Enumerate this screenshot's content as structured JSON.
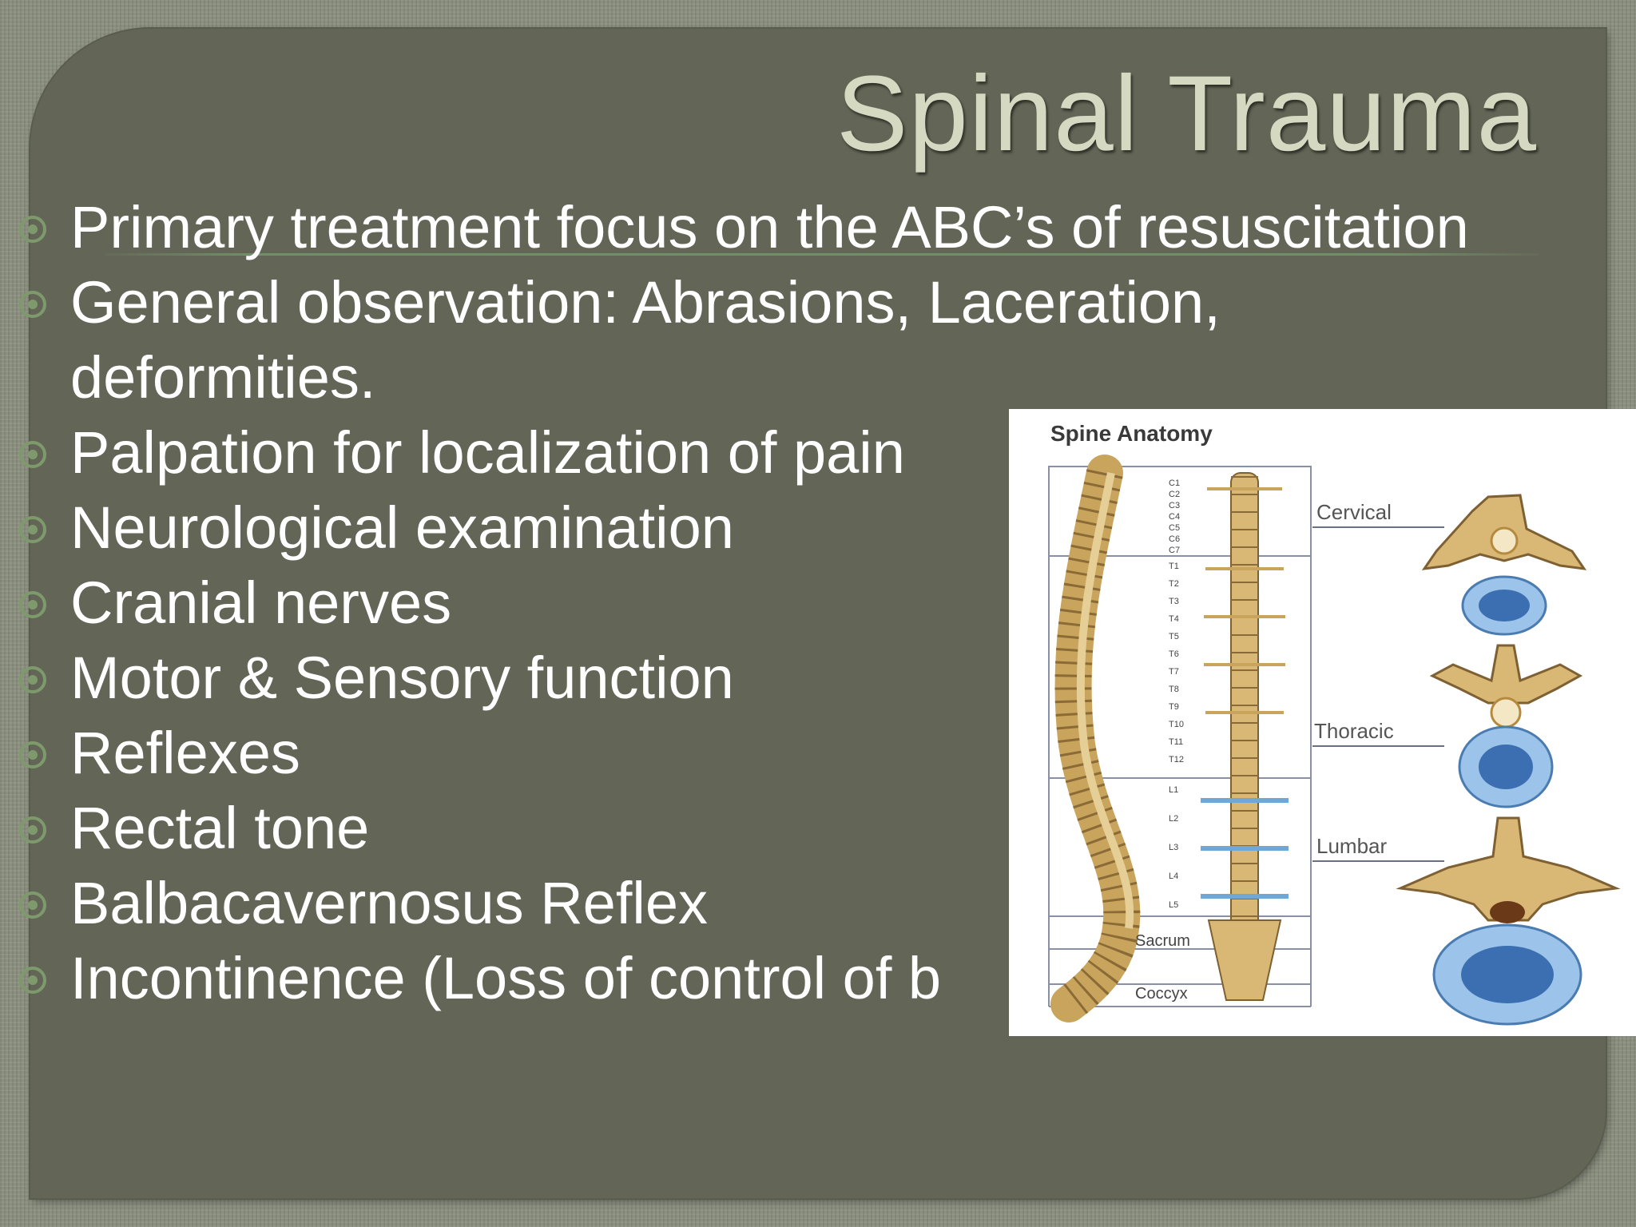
{
  "slide": {
    "title": "Spinal Trauma",
    "bullets": [
      "Primary treatment focus on the ABC’s of resuscitation",
      "General observation: Abrasions, Laceration,",
      "deformities.",
      "Palpation for localization of pain",
      "Neurological examination",
      "Cranial nerves",
      "Motor & Sensory function",
      "Reflexes",
      "Rectal tone",
      "Balbacavernosus Reflex",
      "Incontinence (Loss of control of b"
    ],
    "bullet_icon": "circled-dot-icon",
    "colors": {
      "background": "#8a8f7e",
      "panel": "#636656",
      "title": "#d6d9c2",
      "text": "#ffffff",
      "bullet_icon": "#7e9a6c"
    }
  },
  "figure": {
    "title": "Spine Anatomy",
    "labels": {
      "cervical": "Cervical",
      "thoracic": "Thoracic",
      "lumbar": "Lumbar",
      "sacrum": "Sacrum",
      "coccyx": "Coccyx"
    },
    "vertebra_labels": [
      "C1",
      "C2",
      "C3",
      "C4",
      "C5",
      "C6",
      "C7",
      "T1",
      "T2",
      "T3",
      "T4",
      "T5",
      "T6",
      "T7",
      "T8",
      "T9",
      "T10",
      "T11",
      "T12",
      "L1",
      "L2",
      "L3",
      "L4",
      "L5"
    ]
  }
}
